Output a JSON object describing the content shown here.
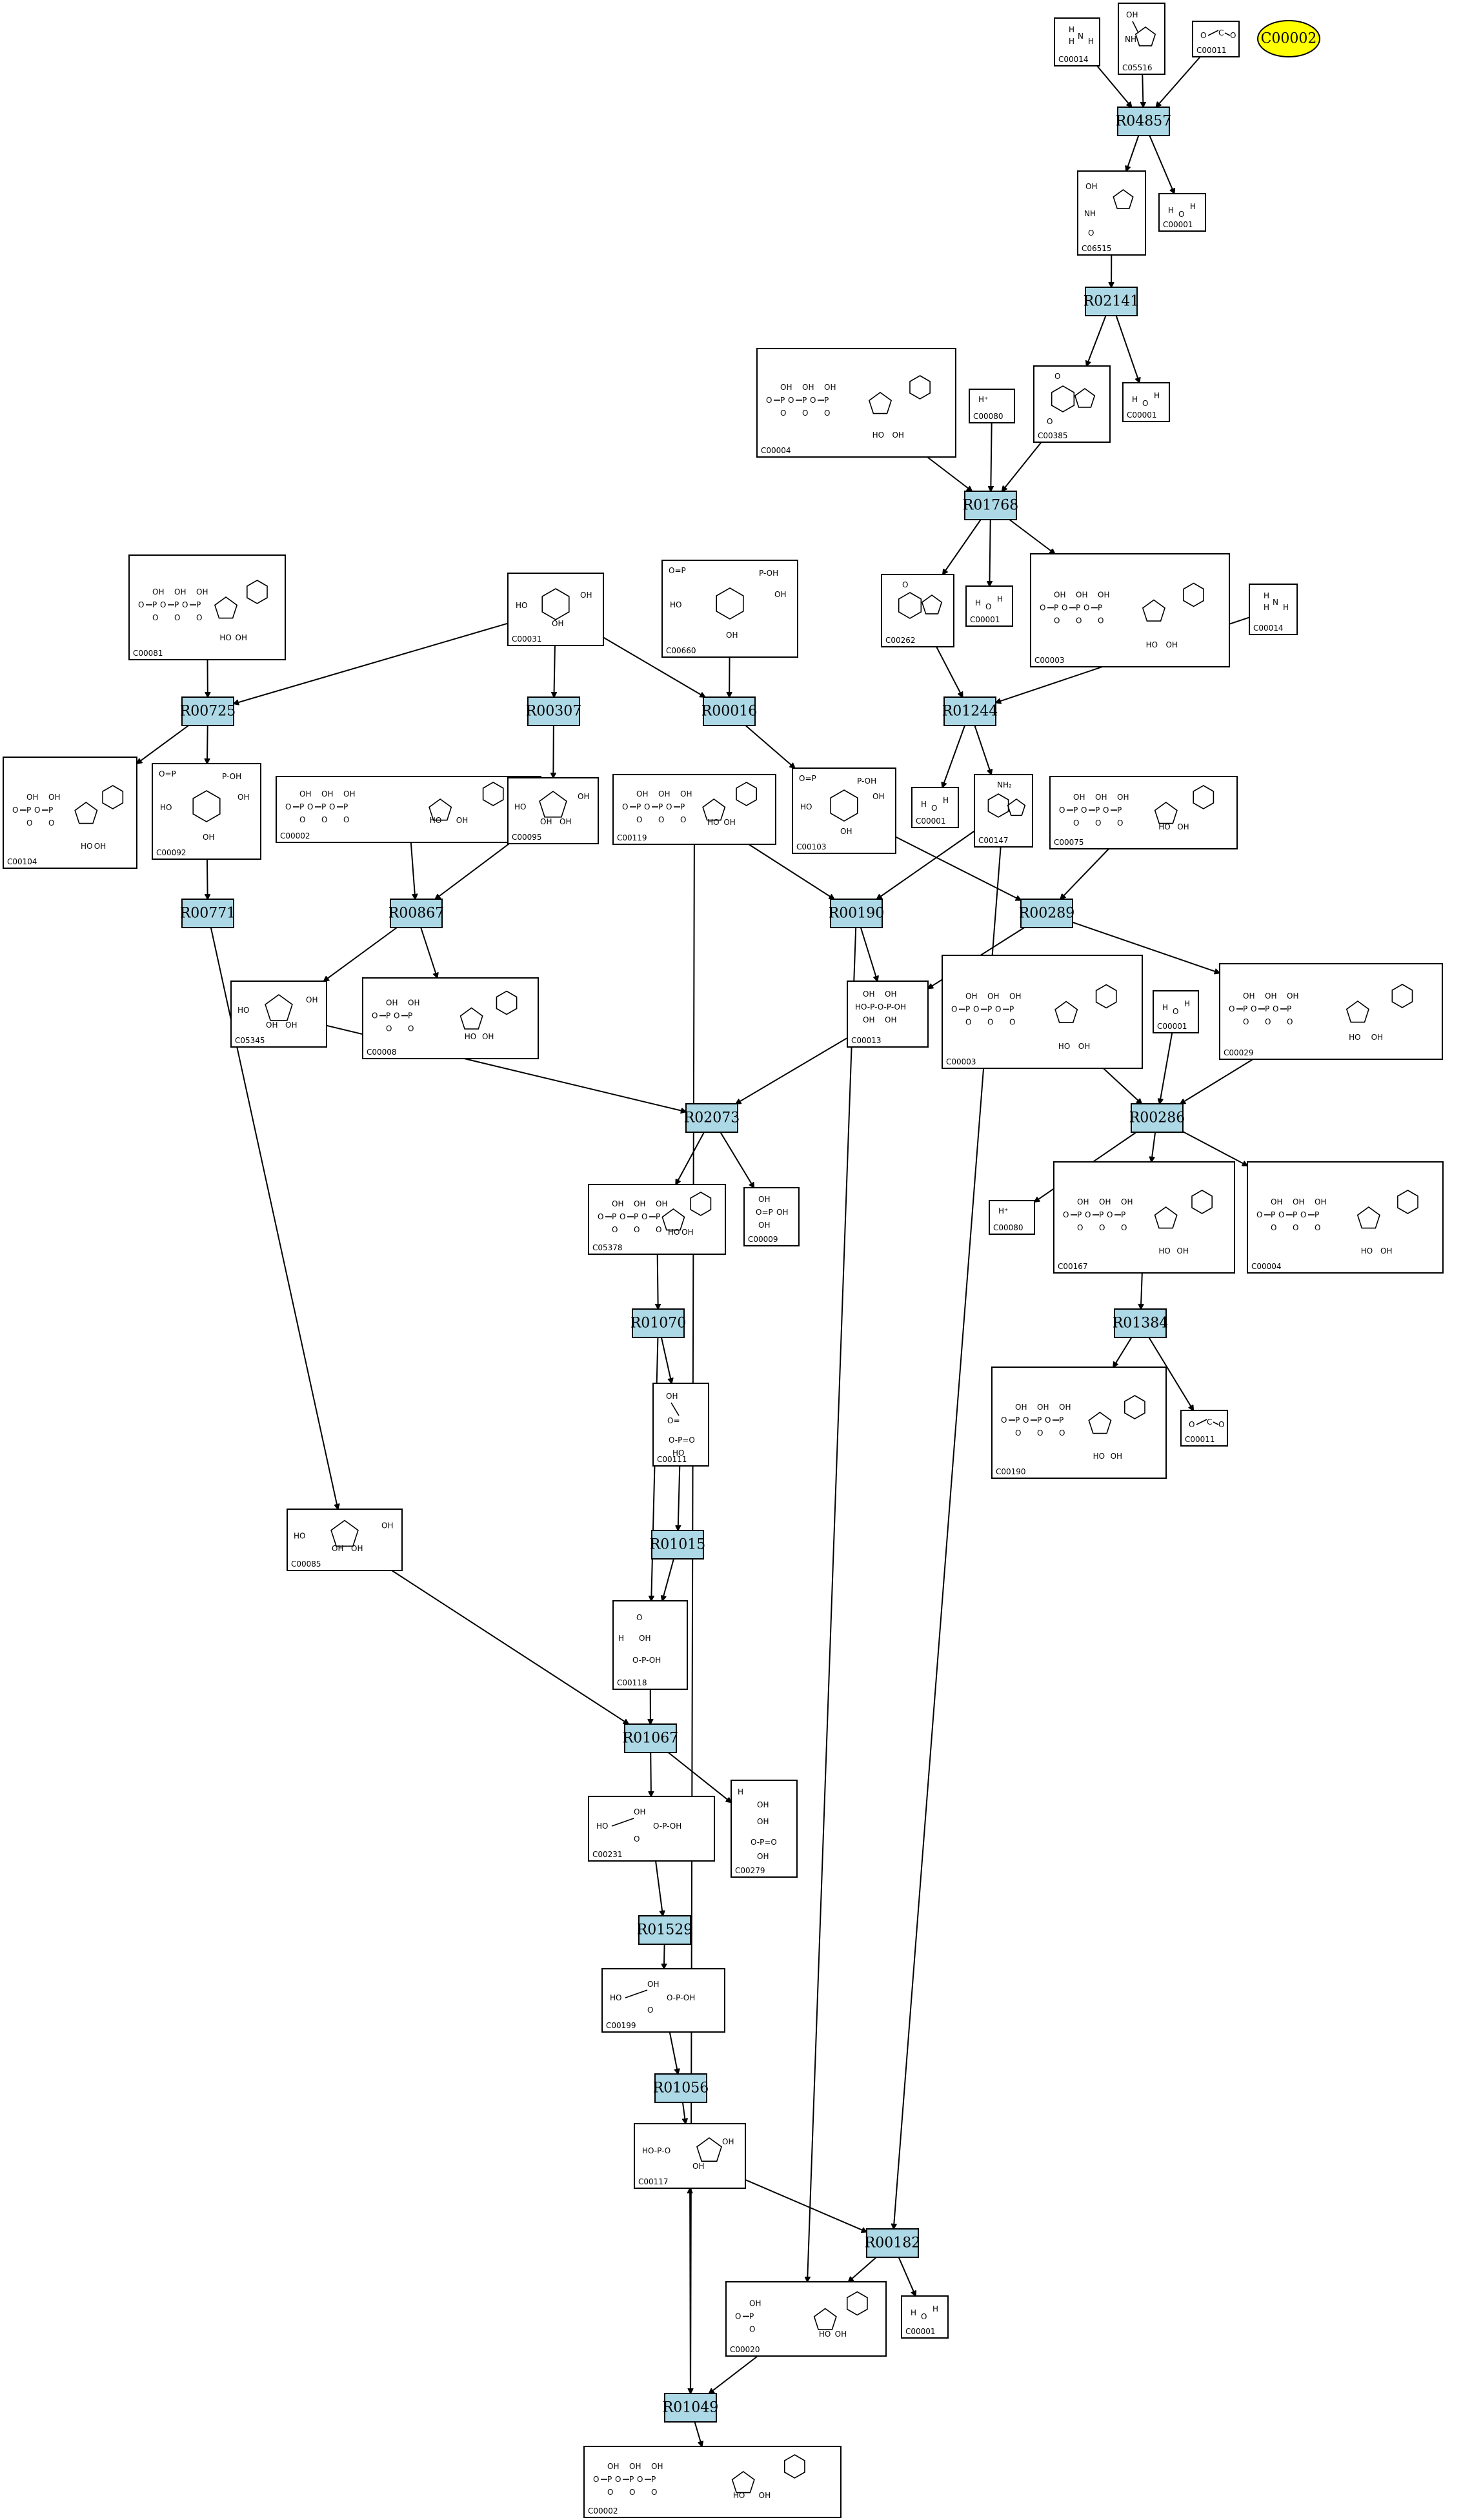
{
  "highlight": {
    "label": "C00002",
    "color": "#ffff00"
  },
  "colors": {
    "reaction_fill": "#add8e6"
  },
  "reactions": [
    {
      "id": "R04857"
    },
    {
      "id": "R02141"
    },
    {
      "id": "R01768"
    },
    {
      "id": "R00725"
    },
    {
      "id": "R00307"
    },
    {
      "id": "R00016"
    },
    {
      "id": "R01244"
    },
    {
      "id": "R00771"
    },
    {
      "id": "R00867"
    },
    {
      "id": "R00190"
    },
    {
      "id": "R00289"
    },
    {
      "id": "R02073"
    },
    {
      "id": "R00286"
    },
    {
      "id": "R01070"
    },
    {
      "id": "R01384"
    },
    {
      "id": "R01015"
    },
    {
      "id": "R01067"
    },
    {
      "id": "R01529"
    },
    {
      "id": "R01056"
    },
    {
      "id": "R00182"
    },
    {
      "id": "R01049"
    }
  ],
  "compounds": [
    {
      "key": "c00014_a",
      "label": "C00014"
    },
    {
      "key": "c05516",
      "label": "C05516"
    },
    {
      "key": "c00011_a",
      "label": "C00011"
    },
    {
      "key": "c06515",
      "label": "C06515"
    },
    {
      "key": "c00001_a",
      "label": "C00001"
    },
    {
      "key": "c00385",
      "label": "C00385"
    },
    {
      "key": "c00001_b",
      "label": "C00001"
    },
    {
      "key": "c00004_a",
      "label": "C00004"
    },
    {
      "key": "c00080_a",
      "label": "C00080"
    },
    {
      "key": "c00081",
      "label": "C00081"
    },
    {
      "key": "c00031",
      "label": "C00031"
    },
    {
      "key": "c00660",
      "label": "C00660"
    },
    {
      "key": "c00262",
      "label": "C00262"
    },
    {
      "key": "c00001_c",
      "label": "C00001"
    },
    {
      "key": "c00003_a",
      "label": "C00003"
    },
    {
      "key": "c00014_b",
      "label": "C00014"
    },
    {
      "key": "c00104",
      "label": "C00104"
    },
    {
      "key": "c00092",
      "label": "C00092"
    },
    {
      "key": "c00002_a",
      "label": "C00002"
    },
    {
      "key": "c00095",
      "label": "C00095"
    },
    {
      "key": "c00119",
      "label": "C00119"
    },
    {
      "key": "c00103",
      "label": "C00103"
    },
    {
      "key": "c00001_d",
      "label": "C00001"
    },
    {
      "key": "c00147",
      "label": "C00147"
    },
    {
      "key": "c00075",
      "label": "C00075"
    },
    {
      "key": "c05345",
      "label": "C05345"
    },
    {
      "key": "c00008",
      "label": "C00008"
    },
    {
      "key": "c00013",
      "label": "C00013"
    },
    {
      "key": "c00003_b",
      "label": "C00003"
    },
    {
      "key": "c00001_e",
      "label": "C00001"
    },
    {
      "key": "c00029",
      "label": "C00029"
    },
    {
      "key": "c05378",
      "label": "C05378"
    },
    {
      "key": "c00009",
      "label": "C00009"
    },
    {
      "key": "c00080_b",
      "label": "C00080"
    },
    {
      "key": "c00167",
      "label": "C00167"
    },
    {
      "key": "c00004_b",
      "label": "C00004"
    },
    {
      "key": "c00111",
      "label": "C00111"
    },
    {
      "key": "c00190",
      "label": "C00190"
    },
    {
      "key": "c00011_b",
      "label": "C00011"
    },
    {
      "key": "c00085",
      "label": "C00085"
    },
    {
      "key": "c00118",
      "label": "C00118"
    },
    {
      "key": "c00231",
      "label": "C00231"
    },
    {
      "key": "c00279",
      "label": "C00279"
    },
    {
      "key": "c00199",
      "label": "C00199"
    },
    {
      "key": "c00117",
      "label": "C00117"
    },
    {
      "key": "c00020",
      "label": "C00020"
    },
    {
      "key": "c00001_f",
      "label": "C00001"
    },
    {
      "key": "c00002_b",
      "label": "C00002"
    }
  ],
  "edges": [
    [
      "c00014_a",
      "R04857"
    ],
    [
      "c05516",
      "R04857"
    ],
    [
      "c00011_a",
      "R04857"
    ],
    [
      "R04857",
      "c06515"
    ],
    [
      "R04857",
      "c00001_a"
    ],
    [
      "c06515",
      "R02141"
    ],
    [
      "R02141",
      "c00385"
    ],
    [
      "R02141",
      "c00001_b"
    ],
    [
      "c00004_a",
      "R01768"
    ],
    [
      "c00080_a",
      "R01768"
    ],
    [
      "c00385",
      "R01768"
    ],
    [
      "R01768",
      "c00262"
    ],
    [
      "R01768",
      "c00001_c"
    ],
    [
      "R01768",
      "c00003_a"
    ],
    [
      "c00081",
      "R00725"
    ],
    [
      "c00031",
      "R00725"
    ],
    [
      "R00725",
      "c00104"
    ],
    [
      "R00725",
      "c00092"
    ],
    [
      "c00031",
      "R00307"
    ],
    [
      "R00307",
      "c00095"
    ],
    [
      "c00031",
      "R00016"
    ],
    [
      "c00660",
      "R00016"
    ],
    [
      "R00016",
      "c00103"
    ],
    [
      "c00262",
      "R01244"
    ],
    [
      "c00014_b",
      "R01244"
    ],
    [
      "R01244",
      "c00001_d"
    ],
    [
      "R01244",
      "c00147"
    ],
    [
      "c00092",
      "R00771"
    ],
    [
      "R00771",
      "c00085"
    ],
    [
      "c00002_a",
      "R00867"
    ],
    [
      "c00095",
      "R00867"
    ],
    [
      "R00867",
      "c05345"
    ],
    [
      "R00867",
      "c00008"
    ],
    [
      "c00119",
      "R00190"
    ],
    [
      "c00147",
      "R00190"
    ],
    [
      "R00190",
      "c00013"
    ],
    [
      "R00190",
      "c00020"
    ],
    [
      "c00103",
      "R00289"
    ],
    [
      "c00075",
      "R00289"
    ],
    [
      "R00289",
      "c00013"
    ],
    [
      "R00289",
      "c00029"
    ],
    [
      "c05345",
      "R02073"
    ],
    [
      "c00013",
      "R02073"
    ],
    [
      "R02073",
      "c05378"
    ],
    [
      "R02073",
      "c00009"
    ],
    [
      "c00003_b",
      "R00286"
    ],
    [
      "c00001_e",
      "R00286"
    ],
    [
      "c00029",
      "R00286"
    ],
    [
      "R00286",
      "c00080_b"
    ],
    [
      "R00286",
      "c00167"
    ],
    [
      "R00286",
      "c00004_b"
    ],
    [
      "c05378",
      "R01070"
    ],
    [
      "R01070",
      "c00111"
    ],
    [
      "R01070",
      "c00118"
    ],
    [
      "c00167",
      "R01384"
    ],
    [
      "R01384",
      "c00190"
    ],
    [
      "R01384",
      "c00011_b"
    ],
    [
      "c00111",
      "R01015"
    ],
    [
      "R01015",
      "c00118"
    ],
    [
      "c00085",
      "R01067"
    ],
    [
      "c00118",
      "R01067"
    ],
    [
      "R01067",
      "c00231"
    ],
    [
      "R01067",
      "c00279"
    ],
    [
      "c00231",
      "R01529"
    ],
    [
      "R01529",
      "c00199"
    ],
    [
      "c00199",
      "R01056"
    ],
    [
      "R01056",
      "c00117"
    ],
    [
      "c00117",
      "R00182"
    ],
    [
      "c00147",
      "R00182"
    ],
    [
      "R00182",
      "c00020"
    ],
    [
      "R00182",
      "c00001_f"
    ],
    [
      "c00119",
      "R01049"
    ],
    [
      "c00020",
      "R01049"
    ],
    [
      "R01049",
      "c00117"
    ],
    [
      "R01049",
      "c00002_b"
    ]
  ]
}
